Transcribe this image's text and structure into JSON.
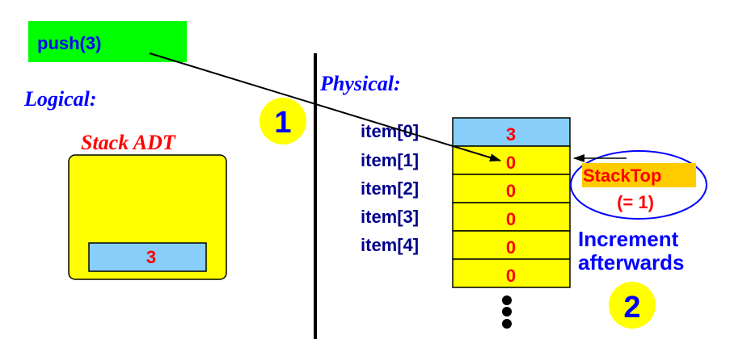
{
  "push_label": "push(3)",
  "logical": {
    "heading": "Logical:",
    "adt_title": "Stack ADT",
    "top_value": "3"
  },
  "physical": {
    "heading": "Physical:",
    "labels": [
      "item[0]",
      "item[1]",
      "item[2]",
      "item[3]",
      "item[4]"
    ],
    "cells": [
      "3",
      "0",
      "0",
      "0",
      "0",
      "0"
    ],
    "continuation": "more-items-dots"
  },
  "steps": {
    "step1": "1",
    "step2": "2"
  },
  "stacktop": {
    "label": "StackTop",
    "value": "(= 1)"
  },
  "note": {
    "line1": "Increment",
    "line2": "afterwards"
  },
  "colors": {
    "green": "#00ff00",
    "yellow": "#ffff00",
    "light_blue": "#87cefa",
    "blue_text": "#0000ff",
    "red_text": "#ff0000",
    "orange_highlight": "#ffcc00"
  }
}
